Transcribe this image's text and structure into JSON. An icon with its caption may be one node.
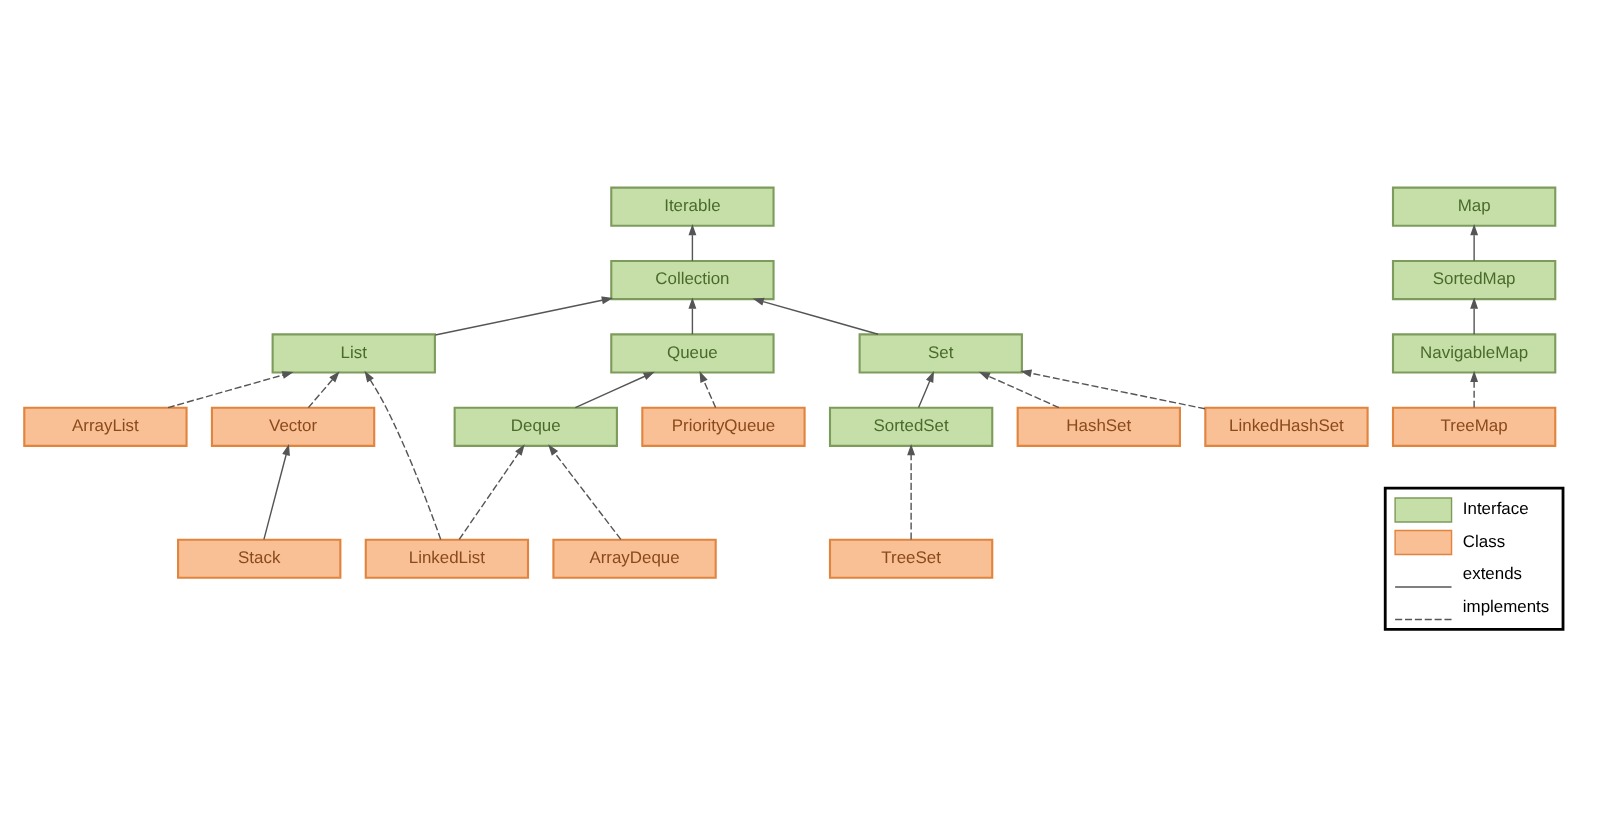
{
  "diagram": {
    "nodes": [
      {
        "text": [
          "Iterable"
        ]
      },
      {
        "text": [
          "Collection"
        ]
      },
      {
        "text": [
          "List"
        ]
      },
      {
        "text": [
          "Queue"
        ]
      },
      {
        "text": [
          "Set"
        ]
      },
      {
        "text": [
          "PriorityQueue"
        ]
      },
      {
        "text": [
          "HashSet"
        ]
      },
      {
        "text": [
          "ArrayList"
        ]
      },
      {
        "text": [
          "Deque"
        ]
      },
      {
        "text": [
          "LinkedHashSet"
        ]
      },
      {
        "text": [
          "LinkedList"
        ]
      },
      {
        "text": [
          "Vector"
        ]
      },
      {
        "text": [
          "ArrayDeque"
        ]
      },
      {
        "text": [
          "SortedSet"
        ]
      },
      {
        "text": [
          "Stack"
        ]
      },
      {
        "text": [
          "TreeSet"
        ]
      },
      {
        "text": [
          "Map"
        ]
      },
      {
        "text": [
          "SortedMap"
        ]
      },
      {
        "text": [
          "NavigableMap"
        ]
      },
      {
        "text": [
          "TreeMap"
        ]
      }
    ],
    "edges": [
      {
        "from": 1,
        "to": 0,
        "arrow": "to"
      },
      {
        "from": 2,
        "to": 1,
        "arrow": "to"
      },
      {
        "from": 3,
        "to": 1,
        "arrow": "to"
      },
      {
        "from": 4,
        "to": 1,
        "arrow": "to"
      },
      {
        "from": 5,
        "to": 3,
        "arrow": "to",
        "style": "dashed"
      },
      {
        "from": 8,
        "to": 3,
        "arrow": "to"
      },
      {
        "from": 7,
        "to": 2,
        "arrow": "to",
        "style": "dashed"
      },
      {
        "from": 10,
        "to": 2,
        "arrow": "to",
        "style": "dashed"
      },
      {
        "from": 11,
        "to": 2,
        "arrow": "to",
        "style": "dashed"
      },
      {
        "from": 10,
        "to": 8,
        "arrow": "to",
        "style": "dashed"
      },
      {
        "from": 12,
        "to": 8,
        "arrow": "to",
        "style": "dashed"
      },
      {
        "from": 14,
        "to": 11,
        "arrow": "to"
      },
      {
        "from": 6,
        "to": 4,
        "arrow": "to",
        "style": "dashed"
      },
      {
        "from": 9,
        "to": 4,
        "arrow": "to",
        "style": "dashed"
      },
      {
        "from": 13,
        "to": 4,
        "arrow": "to"
      },
      {
        "from": 15,
        "to": 13,
        "arrow": "to",
        "style": "dashed"
      },
      {
        "from": 17,
        "to": 16,
        "arrow": "to"
      },
      {
        "from": 18,
        "to": 17,
        "arrow": "to"
      },
      {
        "from": 19,
        "to": 18,
        "arrow": "to",
        "style": "dashed"
      }
    ],
    "legend": [
      {
        "text": "Interface",
        "color": "#c6dfa8"
      },
      {
        "text": "Class",
        "color": "#f9bf95"
      },
      {
        "text": "extends"
      },
      {
        "text": "implements"
      }
    ]
  }
}
